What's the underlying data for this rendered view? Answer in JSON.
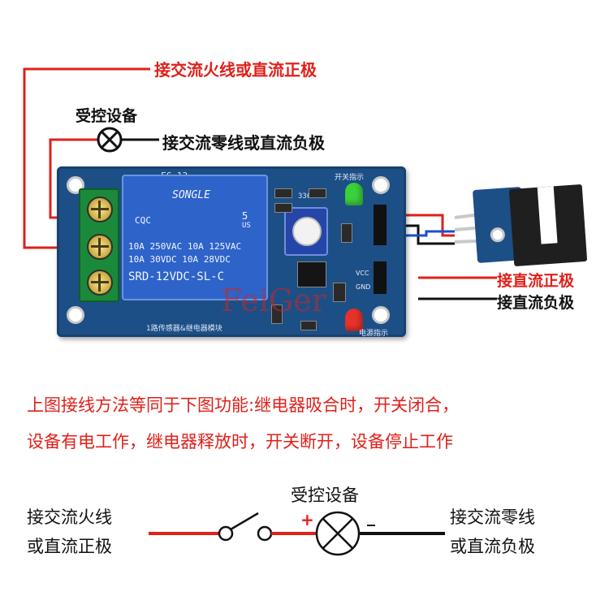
{
  "top": {
    "label_live": "接交流火线或直流正极",
    "label_device": "受控设备",
    "label_neutral": "接交流零线或直流负极",
    "label_dc_pos": "接直流正极",
    "label_dc_neg": "接直流负极"
  },
  "board": {
    "silkscreen_model": "FC-13",
    "relay_brand": "SONGLE",
    "relay_cert": "CQC",
    "relay_line1": "10A 250VAC  10A 125VAC",
    "relay_line2": "10A  30VDC  10A  28VDC",
    "relay_model": "SRD-12VDC-SL-C",
    "relay_num": "5",
    "relay_us": "US",
    "pot_code": "3362",
    "bottom_text": "1路传感器&继电器模块",
    "switch_indicator": "开关指示",
    "power_indicator": "电源指示",
    "pin_vcc": "VCC",
    "pin_gnd": "GND",
    "watermark": "FeiGer"
  },
  "description": {
    "line1": "上图接线方法等同于下图功能:继电器吸合时，开关闭合，",
    "line2": "设备有电工作，继电器释放时，开关断开，设备停止工作"
  },
  "bottom": {
    "label_device": "受控设备",
    "left_line1": "接交流火线",
    "left_line2": "或直流正极",
    "right_line1": "接交流零线",
    "right_line2": "或直流负极",
    "plus": "+",
    "minus": "_"
  },
  "colors": {
    "red": "#e0201a",
    "black": "#111111",
    "pcb_blue": "#1c4f86",
    "relay_blue": "#2e63c9",
    "terminal_green": "#1a8a3a",
    "led_green": "#3bd13b",
    "led_red": "#e5332a"
  }
}
